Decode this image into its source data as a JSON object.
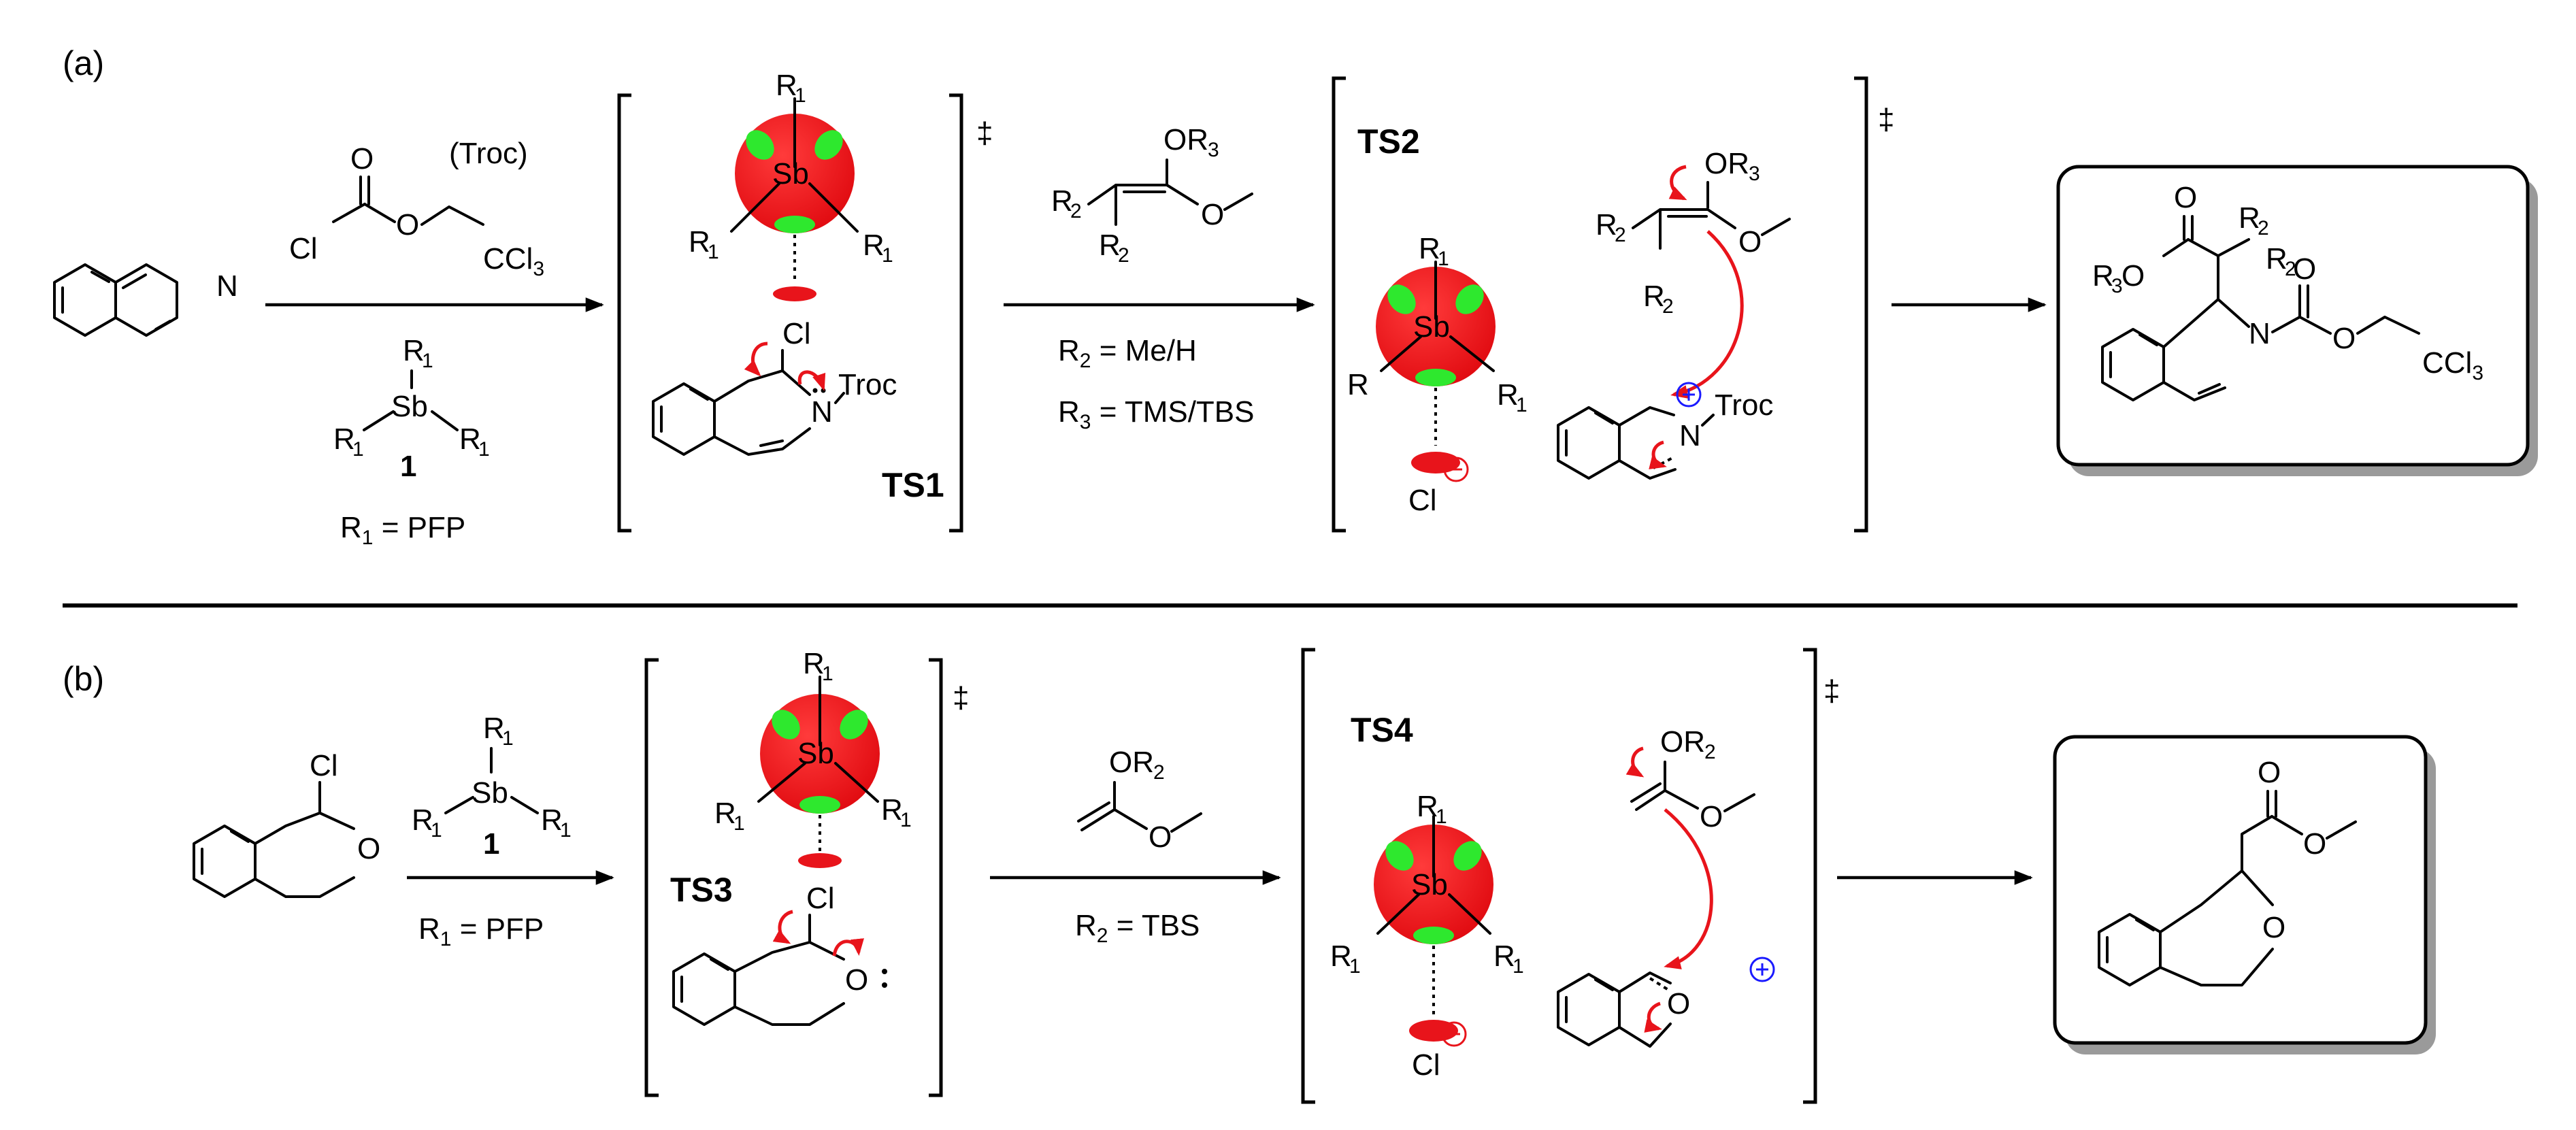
{
  "panels": {
    "a": {
      "label": "(a)"
    },
    "b": {
      "label": "(b)"
    }
  },
  "reagents": {
    "troc_group": "(Troc)",
    "cl": "Cl",
    "o": "O",
    "ccl3": "CCl",
    "ccl3_sub": "3",
    "r1_eq": "R",
    "r1_eq_sub": "1",
    "r1_eq_val": " = PFP",
    "catalyst_number": "1",
    "sb": "Sb",
    "r2_a_cond": "R",
    "r2_a_sub": "2",
    "r2_a_val": " = Me/H",
    "r3_a_cond": "R",
    "r3_a_sub": "3",
    "r3_a_val": " = TMS/TBS",
    "r2_b_cond": "R",
    "r2_b_sub": "2",
    "r2_b_val": " = TBS",
    "or3": "OR",
    "or2": "OR",
    "sub1": "1",
    "sub2": "2",
    "sub3": "3",
    "r": "R",
    "n": "N",
    "troc": "Troc",
    "dagger": "‡"
  },
  "transition_states": {
    "ts1": "TS1",
    "ts2": "TS2",
    "ts3": "TS3",
    "ts4": "TS4"
  },
  "colors": {
    "sphere": "#e8141b",
    "lobe": "#2ee82e",
    "curly_arrow": "#e8141b",
    "charge_blue": "#1a1aff",
    "product_box_shadow": "#9a9a9a"
  },
  "icons": {
    "positive_charge": "plus-in-circle",
    "negative_charge": "minus-in-circle"
  }
}
